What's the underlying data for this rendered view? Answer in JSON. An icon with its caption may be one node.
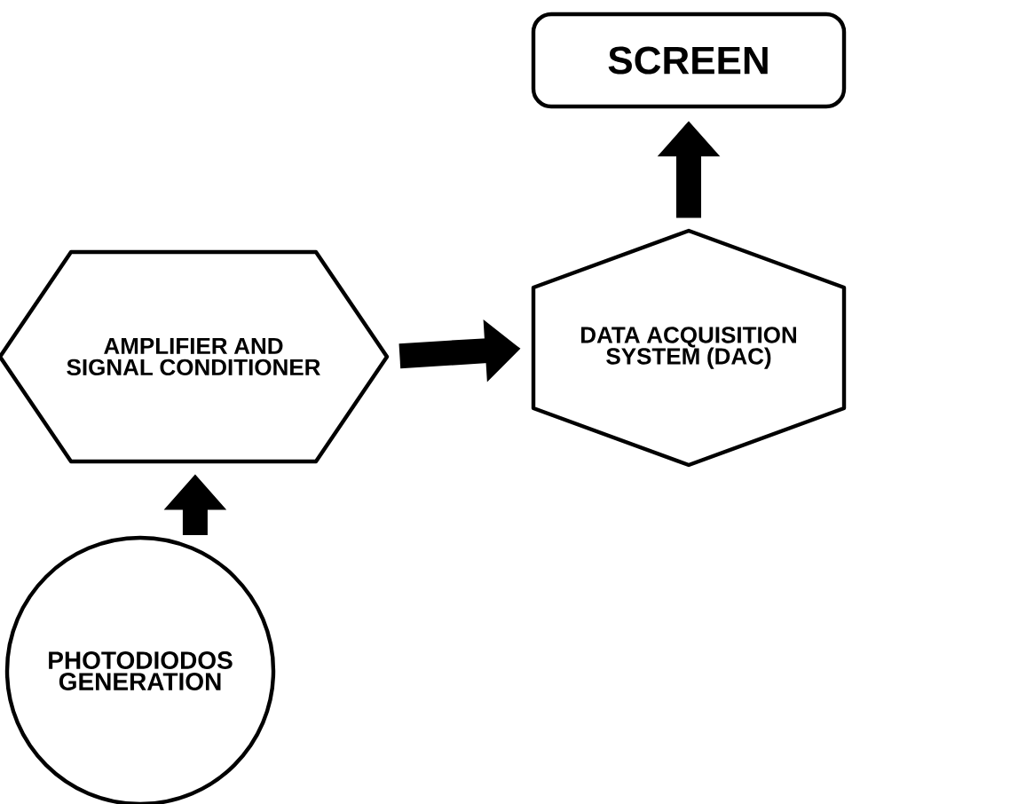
{
  "diagram": {
    "nodes": [
      {
        "text": [
          "SCREEN"
        ]
      },
      {
        "text": [
          "AMPLIFIER AND SIGNAL CONDITIONER"
        ]
      },
      {
        "text": [
          "DATA ACQUISITION SYSTEM (DAC)"
        ]
      },
      {
        "text": [
          "PHOTODIODOS GENERATION"
        ]
      }
    ],
    "edges": [
      {
        "from": 3,
        "to": 1,
        "arrow": "to"
      },
      {
        "from": 1,
        "to": 2,
        "arrow": "to"
      },
      {
        "from": 2,
        "to": 0,
        "arrow": "to"
      }
    ]
  }
}
